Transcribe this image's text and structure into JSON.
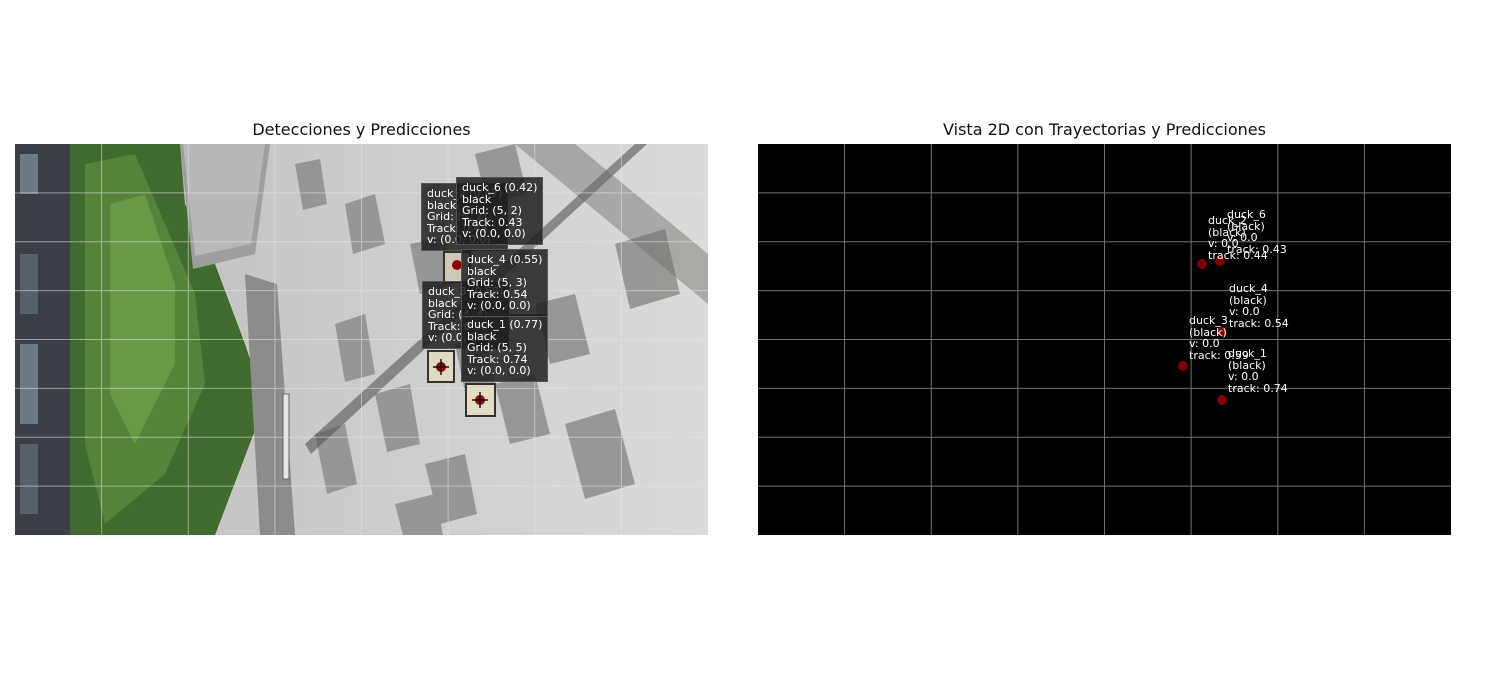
{
  "titles": {
    "left": "Detecciones y Predicciones",
    "right": "Vista 2D con Trayectorias y Predicciones"
  },
  "colors": {
    "marker": "#8b0000",
    "grid": "#9a9a9a",
    "info_bg": "#1e1e1e"
  },
  "detections": [
    {
      "id": "duck_2",
      "header": "duck_2 (0.47)",
      "color": "black",
      "grid": "Grid: (5, 2)",
      "track": "Track: 0.44",
      "vel": "v: (0.0, 0.0)"
    },
    {
      "id": "duck_6",
      "header": "duck_6 (0.42)",
      "color": "black",
      "grid": "Grid: (5, 2)",
      "track": "Track: 0.43",
      "vel": "v: (0.0, 0.0)"
    },
    {
      "id": "duck_4",
      "header": "duck_4 (0.55)",
      "color": "black",
      "grid": "Grid: (5, 3)",
      "track": "Track: 0.54",
      "vel": "v: (0.0, 0.0)"
    },
    {
      "id": "duck_3",
      "header": "duck_3 (0.59)",
      "color": "black",
      "grid": "Grid: (4, 4)",
      "track": "Track: 0.59",
      "vel": "v: (0.0, 0.0)"
    },
    {
      "id": "duck_1",
      "header": "duck_1 (0.77)",
      "color": "black",
      "grid": "Grid: (5, 5)",
      "track": "Track: 0.74",
      "vel": "v: (0.0, 0.0)"
    }
  ],
  "view2d_labels": [
    {
      "id": "duck_2",
      "name": "duck_2",
      "color": "(black)",
      "vel": "v: 0.0",
      "track": "track: 0.44"
    },
    {
      "id": "duck_6",
      "name": "duck_6",
      "color": "(black)",
      "vel": "v: 0.0",
      "track": "track: 0.43"
    },
    {
      "id": "duck_4",
      "name": "duck_4",
      "color": "(black)",
      "vel": "v: 0.0",
      "track": "track: 0.54"
    },
    {
      "id": "duck_3",
      "name": "duck_3",
      "color": "(black)",
      "vel": "v: 0.0",
      "track": "track: 0.59"
    },
    {
      "id": "duck_1",
      "name": "duck_1",
      "color": "(black)",
      "vel": "v: 0.0",
      "track": "track: 0.74"
    }
  ]
}
